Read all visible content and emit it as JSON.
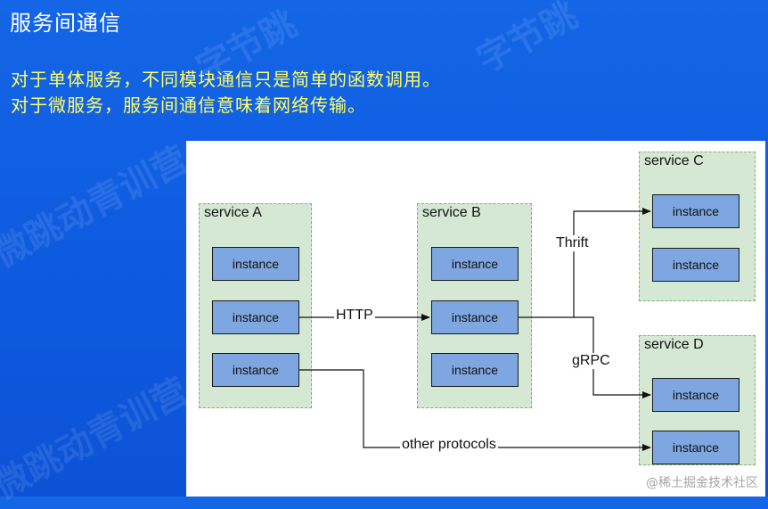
{
  "slide": {
    "title": "服务间通信",
    "lines": [
      "对于单体服务，不同模块通信只是简单的函数调用。",
      "对于微服务，服务间通信意味着网络传输。"
    ],
    "watermark_text": "字节跳动青训营",
    "site_mark": "@稀土掘金技术社区"
  },
  "diagram": {
    "services": [
      {
        "label": "service A",
        "instances": [
          "instance",
          "instance",
          "instance"
        ]
      },
      {
        "label": "service B",
        "instances": [
          "instance",
          "instance",
          "instance"
        ]
      },
      {
        "label": "service C",
        "instances": [
          "instance",
          "instance"
        ]
      },
      {
        "label": "service D",
        "instances": [
          "instance",
          "instance"
        ]
      }
    ],
    "edges": [
      {
        "from": "service A instance 2",
        "to": "service B instance 2",
        "label": "HTTP"
      },
      {
        "from": "service B instance 2",
        "to": "service C instance 1",
        "label": "Thrift"
      },
      {
        "from": "service B instance 2",
        "to": "service D instance 1",
        "label": "gRPC"
      },
      {
        "from": "service A instance 3",
        "to": "service D instance 2",
        "label": "other protocols"
      }
    ]
  }
}
